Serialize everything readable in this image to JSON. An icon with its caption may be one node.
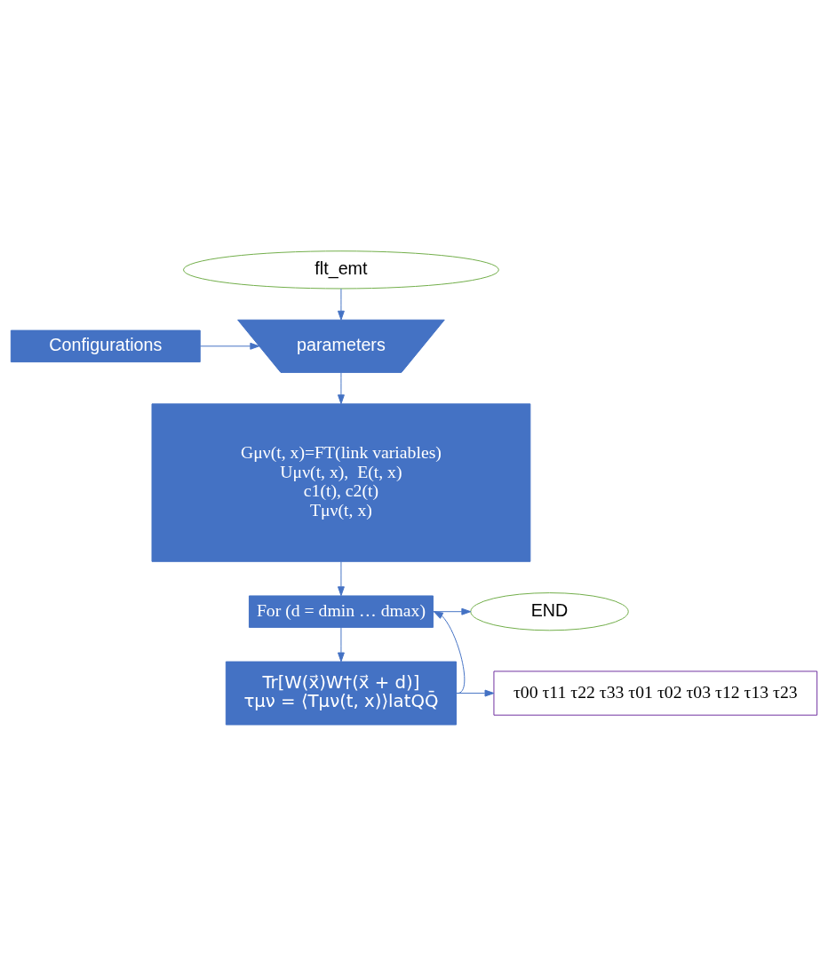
{
  "diagram": {
    "nodes": [
      {
        "text": [
          "flt_emt"
        ]
      },
      {
        "text": [
          "Configurations"
        ]
      },
      {
        "text": [
          "parameters"
        ]
      },
      {
        "text": [
          "Gμν(t, x)=FT(link variables)",
          "Uμν(t, x),  E(t, x)",
          "c1(t), c2(t)",
          "Tμν(t, x)"
        ]
      },
      {
        "text": [
          "For (d = dmin … dmax)"
        ]
      },
      {
        "text": [
          "END"
        ]
      },
      {
        "text": [
          "Tr[W(x⃗)W†(x⃗ + d)]",
          "τμν = ⟨Tμν(t, x)⟩latQQ̄"
        ]
      },
      {
        "text": [
          "τ00 τ11 τ22 τ33 τ01 τ02 τ03 τ12 τ13 τ23"
        ]
      }
    ],
    "edges": [
      {
        "from": 0,
        "to": 2,
        "arrow": "to"
      },
      {
        "from": 1,
        "to": 2,
        "arrow": "to"
      },
      {
        "from": 2,
        "to": 3,
        "arrow": "to"
      },
      {
        "from": 3,
        "to": 4,
        "arrow": "to"
      },
      {
        "from": 4,
        "to": 5,
        "arrow": "to"
      },
      {
        "from": 4,
        "to": 6,
        "arrow": "to"
      },
      {
        "from": 6,
        "to": 7,
        "arrow": "to"
      },
      {
        "from": 6,
        "to": 4,
        "arrow": "to"
      }
    ]
  }
}
